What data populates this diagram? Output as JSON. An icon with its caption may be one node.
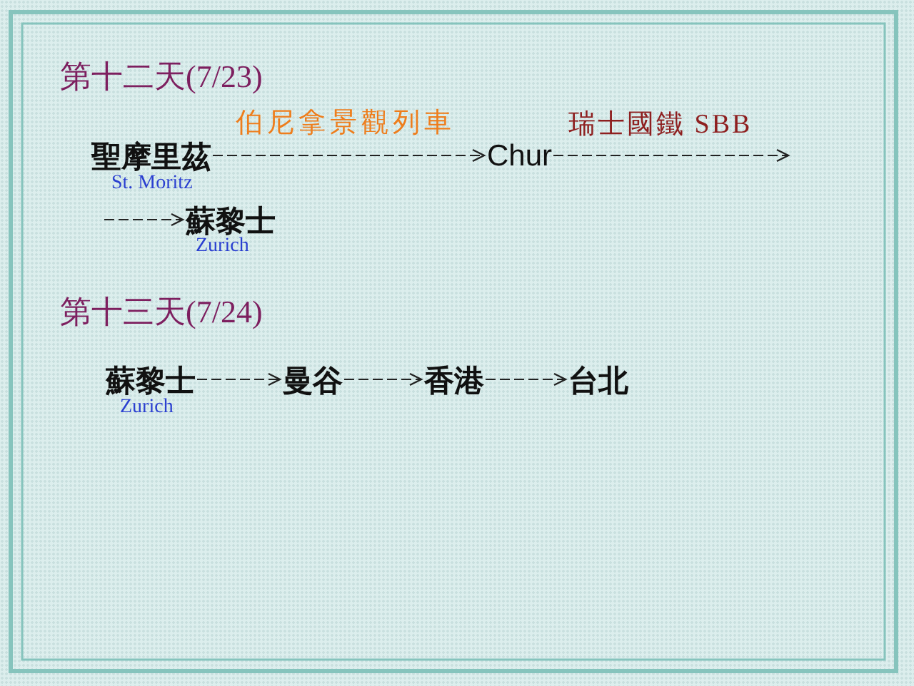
{
  "diagram": {
    "nodes": [
      {
        "text": [
          "聖摩里茲"
        ],
        "beside": [
          "St. Moritz"
        ]
      },
      {
        "text": [
          "Chur"
        ]
      },
      {
        "text": [
          "蘇黎士"
        ],
        "beside": [
          "Zurich"
        ]
      },
      {
        "text": [
          "蘇黎士"
        ],
        "beside": [
          "Zurich"
        ]
      },
      {
        "text": [
          "曼谷"
        ]
      },
      {
        "text": [
          "香港"
        ]
      },
      {
        "text": [
          "台北"
        ]
      }
    ],
    "edges": [
      {
        "from": 0,
        "to": 1,
        "arrow": "to",
        "label": "伯尼拿景觀列車"
      },
      {
        "from": 1,
        "to": null,
        "arrow": "to",
        "label": "瑞士國鐵 SBB"
      },
      {
        "from": null,
        "to": 2,
        "arrow": "to"
      },
      {
        "from": 3,
        "to": 4,
        "arrow": "to"
      },
      {
        "from": 4,
        "to": 5,
        "arrow": "to"
      },
      {
        "from": 5,
        "to": 6,
        "arrow": "to"
      }
    ],
    "labels": [
      "第十二天(7/23)",
      "第十三天(7/24)"
    ]
  }
}
